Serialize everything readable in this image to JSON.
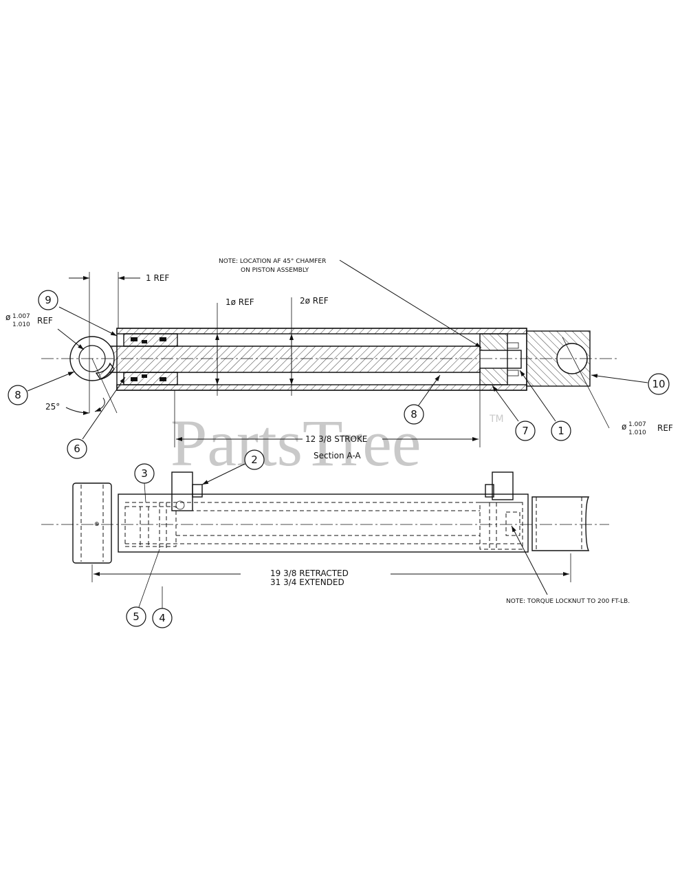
{
  "notes": {
    "chamfer_line1": "NOTE: LOCATION AF 45° CHAMFER",
    "chamfer_line2": "ON PISTON ASSEMBLY",
    "torque": "NOTE: TORQUE LOCKNUT TO 200 FT-LB."
  },
  "dimensions": {
    "one_ref": "1 REF",
    "rod_dia": "1ø REF",
    "bore_dia": "2ø REF",
    "pin_left_dia_sym": "ø",
    "pin_left_dia_hi": "1.007",
    "pin_left_dia_lo": "1.010",
    "pin_left_ref": "REF",
    "pin_right_dia_sym": "ø",
    "pin_right_dia_hi": "1.007",
    "pin_right_dia_lo": "1.010",
    "pin_right_ref": "REF",
    "angle": "25°",
    "stroke": "12 3/8 STROKE",
    "retracted": "19 3/8 RETRACTED",
    "extended": "31 3/4 EXTENDED"
  },
  "section_label": "Section A-A",
  "watermark": {
    "text": "PartsTree",
    "tm": "TM"
  },
  "callouts": {
    "c1": "1",
    "c2": "2",
    "c3": "3",
    "c4": "4",
    "c5": "5",
    "c6": "6",
    "c7": "7",
    "c8a": "8",
    "c8b": "8",
    "c9": "9",
    "c10": "10"
  }
}
